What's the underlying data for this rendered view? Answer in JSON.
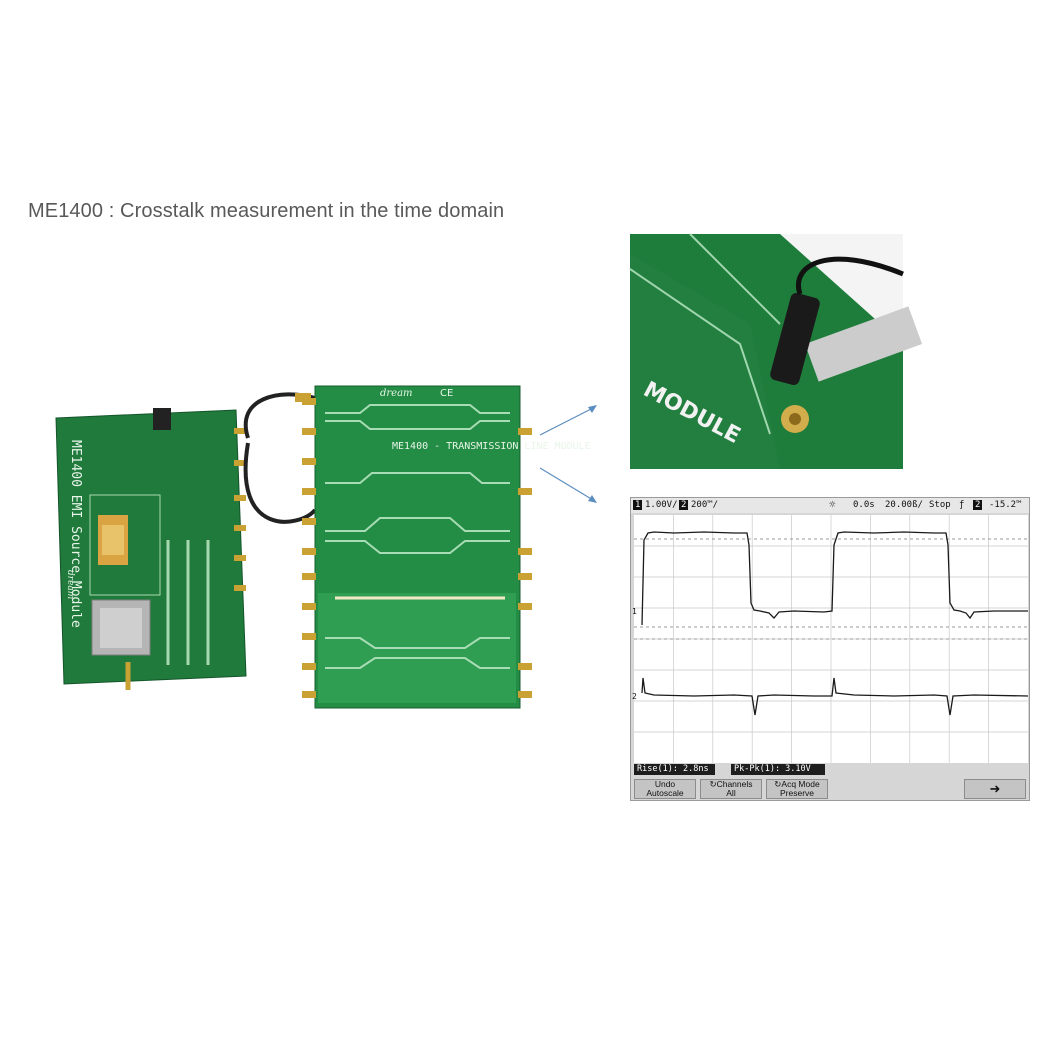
{
  "title": "ME1400 : Crosstalk measurement in the time domain",
  "pcb_left": {
    "label": "ME1400 EMI Source Module",
    "logo": "dream"
  },
  "pcb_right": {
    "label": "ME1400 - TRANSMISSION LINE MODULE",
    "logo": "dream",
    "mark": "CE"
  },
  "closeup": {
    "label": "MODULE"
  },
  "scope": {
    "ch1_num": "1",
    "ch1_scale": "1.00V/",
    "ch2_num": "2",
    "ch2_scale": "200™/",
    "delay": "0.0s",
    "timebase": "20.00ß/",
    "run_state": "Stop",
    "trig_num": "2",
    "trig_level": "-15.2™",
    "measurements": [
      "Rise(1): 2.8ns",
      "Pk-Pk(1): 3.10V"
    ],
    "softkeys": [
      {
        "line1": "Undo",
        "line2": "Autoscale"
      },
      {
        "line1": "↻Channels",
        "line2": "All"
      },
      {
        "line1": "↻Acq Mode",
        "line2": "Preserve"
      }
    ],
    "colors": {
      "trace": "#1a1a1a",
      "grid": "#c8c8c8",
      "ref": "#d33"
    }
  }
}
